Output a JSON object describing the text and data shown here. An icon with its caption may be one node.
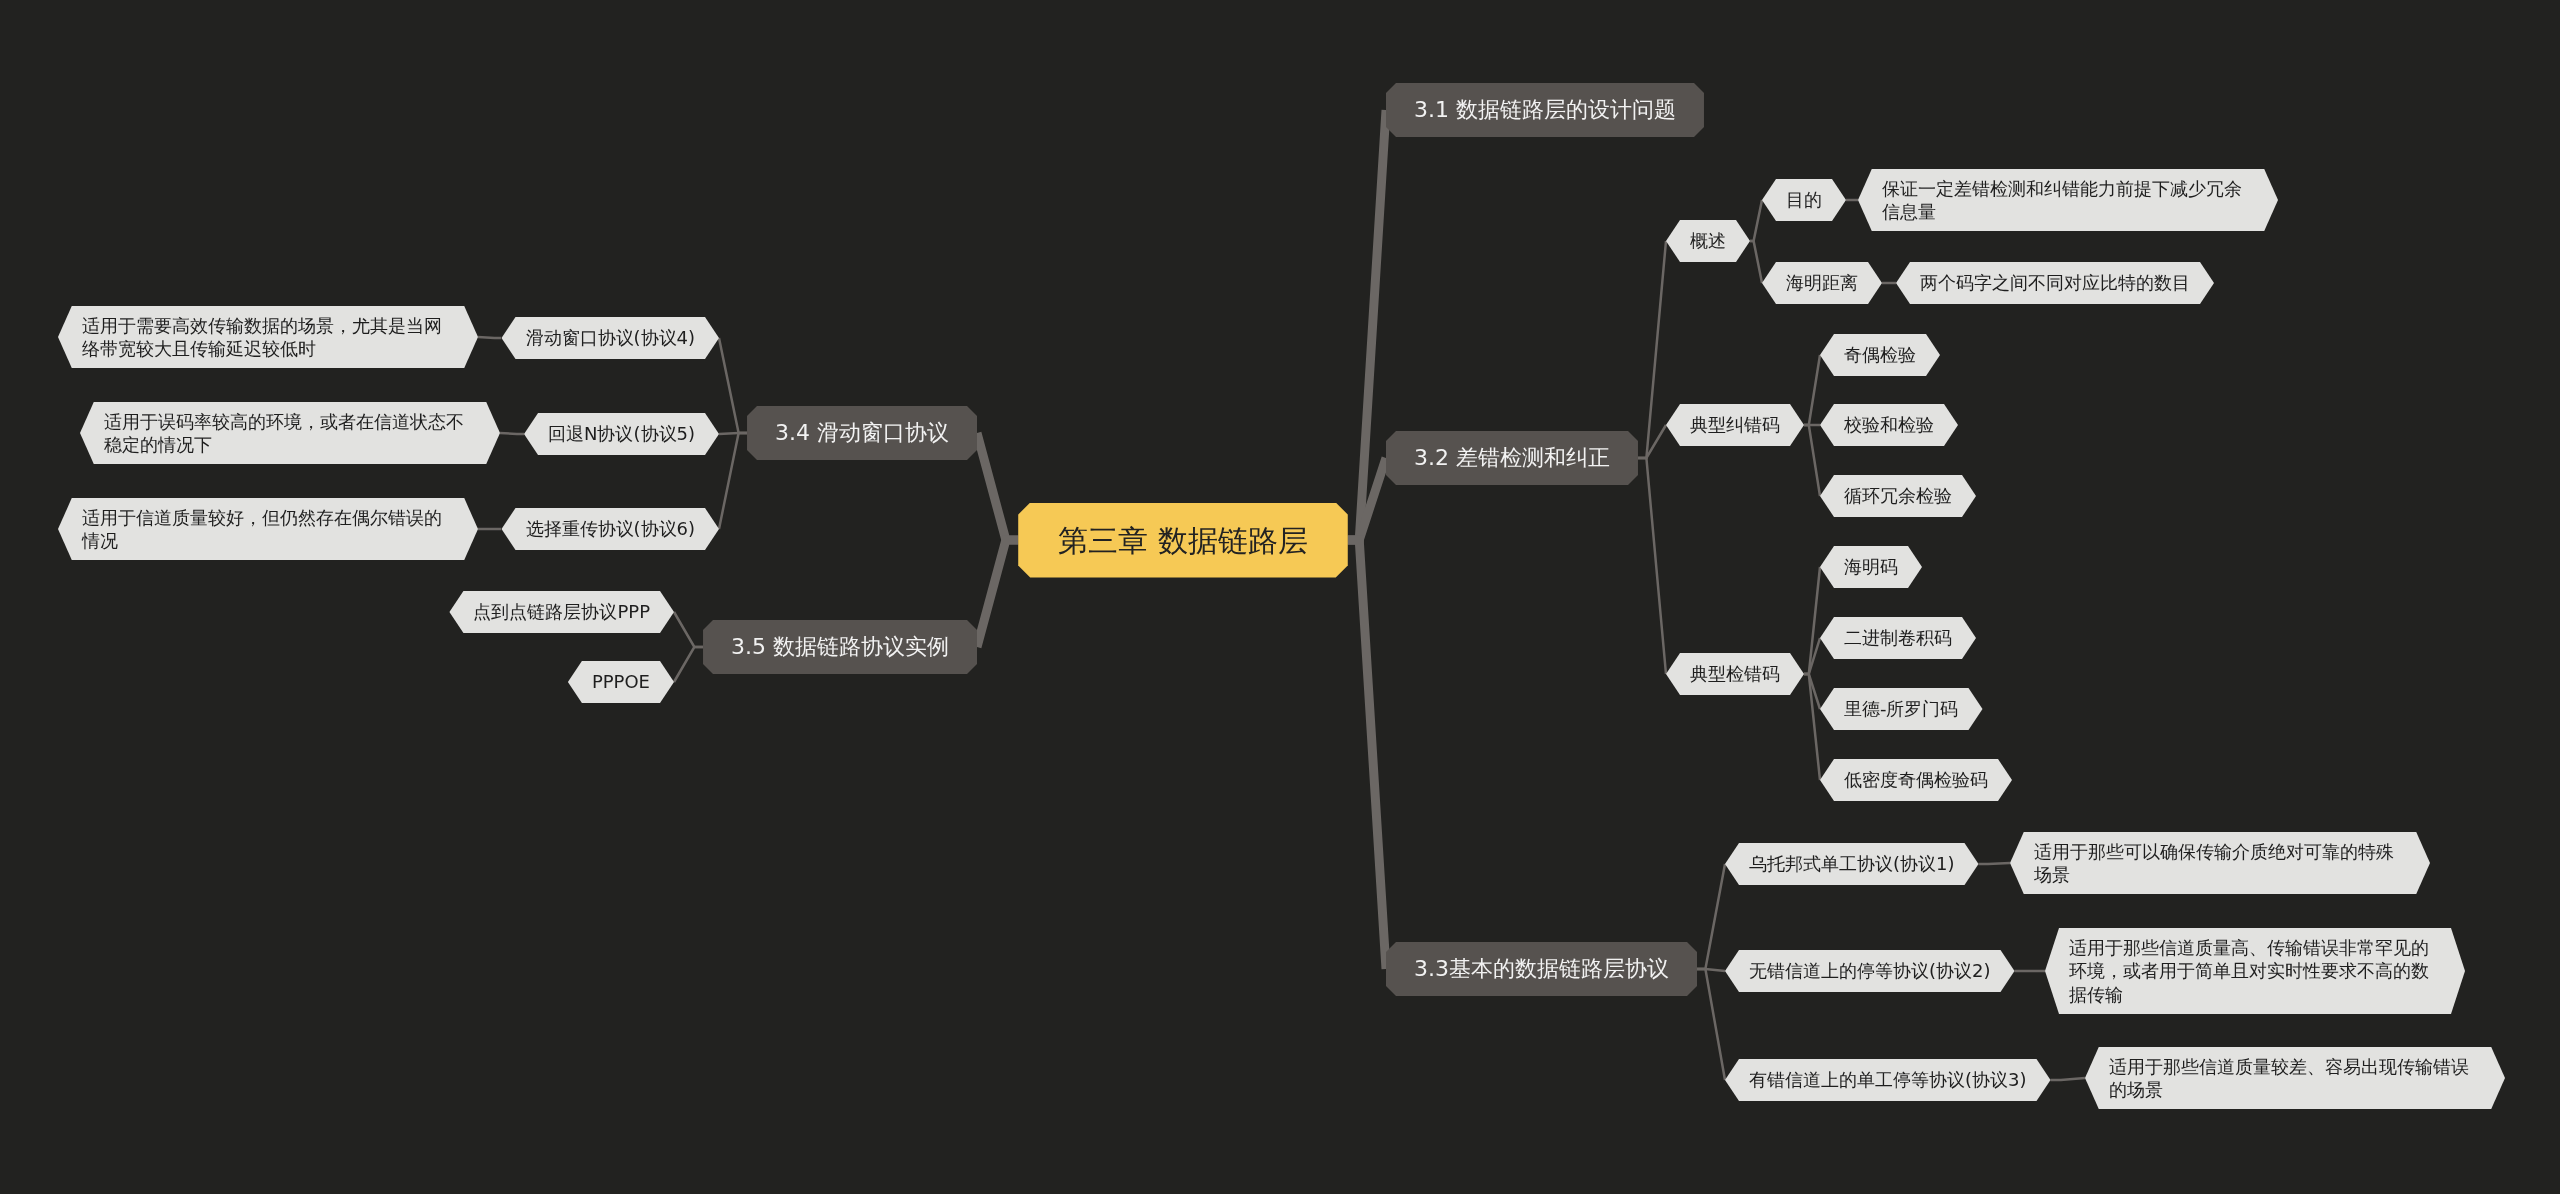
{
  "diagram": {
    "nodes": [
      {
        "text": [
          "第三章 数据链路层"
        ]
      },
      {
        "text": [
          "3.1 数据链路层的设计问题"
        ]
      },
      {
        "text": [
          "3.2 差错检测和纠正"
        ]
      },
      {
        "text": [
          "概述"
        ]
      },
      {
        "text": [
          "目的"
        ]
      },
      {
        "text": [
          "保证一定差错检测和纠错能力前提下减少冗余信息量"
        ]
      },
      {
        "text": [
          "海明距离"
        ]
      },
      {
        "text": [
          "两个码字之间不同对应比特的数目"
        ]
      },
      {
        "text": [
          "典型纠错码"
        ]
      },
      {
        "text": [
          "奇偶检验"
        ]
      },
      {
        "text": [
          "校验和检验"
        ]
      },
      {
        "text": [
          "循环冗余检验"
        ]
      },
      {
        "text": [
          "典型检错码"
        ]
      },
      {
        "text": [
          "海明码"
        ]
      },
      {
        "text": [
          "二进制卷积码"
        ]
      },
      {
        "text": [
          "里德-所罗门码"
        ]
      },
      {
        "text": [
          "低密度奇偶检验码"
        ]
      },
      {
        "text": [
          "3.3基本的数据链路层协议"
        ]
      },
      {
        "text": [
          "乌托邦式单工协议(协议1)"
        ]
      },
      {
        "text": [
          "适用于那些可以确保传输介质绝对可靠的特殊场景"
        ]
      },
      {
        "text": [
          "无错信道上的停等协议(协议2)"
        ]
      },
      {
        "text": [
          "适用于那些信道质量高、传输错误非常罕见的环境，或者用于简单且对实时性要求不高的数据传输"
        ]
      },
      {
        "text": [
          "有错信道上的单工停等协议(协议3)"
        ]
      },
      {
        "text": [
          "适用于那些信道质量较差、容易出现传输错误的场景"
        ]
      },
      {
        "text": [
          "3.4 滑动窗口协议"
        ]
      },
      {
        "text": [
          "滑动窗口协议(协议4)"
        ]
      },
      {
        "text": [
          "适用于需要高效传输数据的场景，尤其是当网络带宽较大且传输延迟较低时"
        ]
      },
      {
        "text": [
          "回退N协议(协议5)"
        ]
      },
      {
        "text": [
          "适用于误码率较高的环境，或者在信道状态不稳定的情况下"
        ]
      },
      {
        "text": [
          "选择重传协议(协议6)"
        ]
      },
      {
        "text": [
          "适用于信道质量较好，但仍然存在偶尔错误的情况"
        ]
      },
      {
        "text": [
          "3.5 数据链路协议实例"
        ]
      },
      {
        "text": [
          "点到点链路层协议PPP"
        ]
      },
      {
        "text": [
          "PPPOE"
        ]
      }
    ],
    "edges": [
      {
        "from": 0,
        "to": 1,
        "arrow": "none",
        "style": "thick"
      },
      {
        "from": 0,
        "to": 2,
        "arrow": "none",
        "style": "thick"
      },
      {
        "from": 2,
        "to": 3,
        "arrow": "none"
      },
      {
        "from": 3,
        "to": 4,
        "arrow": "none"
      },
      {
        "from": 4,
        "to": 5,
        "arrow": "none"
      },
      {
        "from": 3,
        "to": 6,
        "arrow": "none"
      },
      {
        "from": 6,
        "to": 7,
        "arrow": "none"
      },
      {
        "from": 2,
        "to": 8,
        "arrow": "none"
      },
      {
        "from": 8,
        "to": 9,
        "arrow": "none"
      },
      {
        "from": 8,
        "to": 10,
        "arrow": "none"
      },
      {
        "from": 8,
        "to": 11,
        "arrow": "none"
      },
      {
        "from": 2,
        "to": 12,
        "arrow": "none"
      },
      {
        "from": 12,
        "to": 13,
        "arrow": "none"
      },
      {
        "from": 12,
        "to": 14,
        "arrow": "none"
      },
      {
        "from": 12,
        "to": 15,
        "arrow": "none"
      },
      {
        "from": 12,
        "to": 16,
        "arrow": "none"
      },
      {
        "from": 0,
        "to": 17,
        "arrow": "none",
        "style": "thick"
      },
      {
        "from": 17,
        "to": 18,
        "arrow": "none"
      },
      {
        "from": 18,
        "to": 19,
        "arrow": "none"
      },
      {
        "from": 17,
        "to": 20,
        "arrow": "none"
      },
      {
        "from": 20,
        "to": 21,
        "arrow": "none"
      },
      {
        "from": 17,
        "to": 22,
        "arrow": "none"
      },
      {
        "from": 22,
        "to": 23,
        "arrow": "none"
      },
      {
        "from": 0,
        "to": 24,
        "arrow": "none",
        "style": "thick"
      },
      {
        "from": 24,
        "to": 25,
        "arrow": "none"
      },
      {
        "from": 25,
        "to": 26,
        "arrow": "none"
      },
      {
        "from": 24,
        "to": 27,
        "arrow": "none"
      },
      {
        "from": 27,
        "to": 28,
        "arrow": "none"
      },
      {
        "from": 24,
        "to": 29,
        "arrow": "none"
      },
      {
        "from": 29,
        "to": 30,
        "arrow": "none"
      },
      {
        "from": 0,
        "to": 31,
        "arrow": "none",
        "style": "thick"
      },
      {
        "from": 31,
        "to": 32,
        "arrow": "none"
      },
      {
        "from": 31,
        "to": 33,
        "arrow": "none"
      }
    ]
  }
}
